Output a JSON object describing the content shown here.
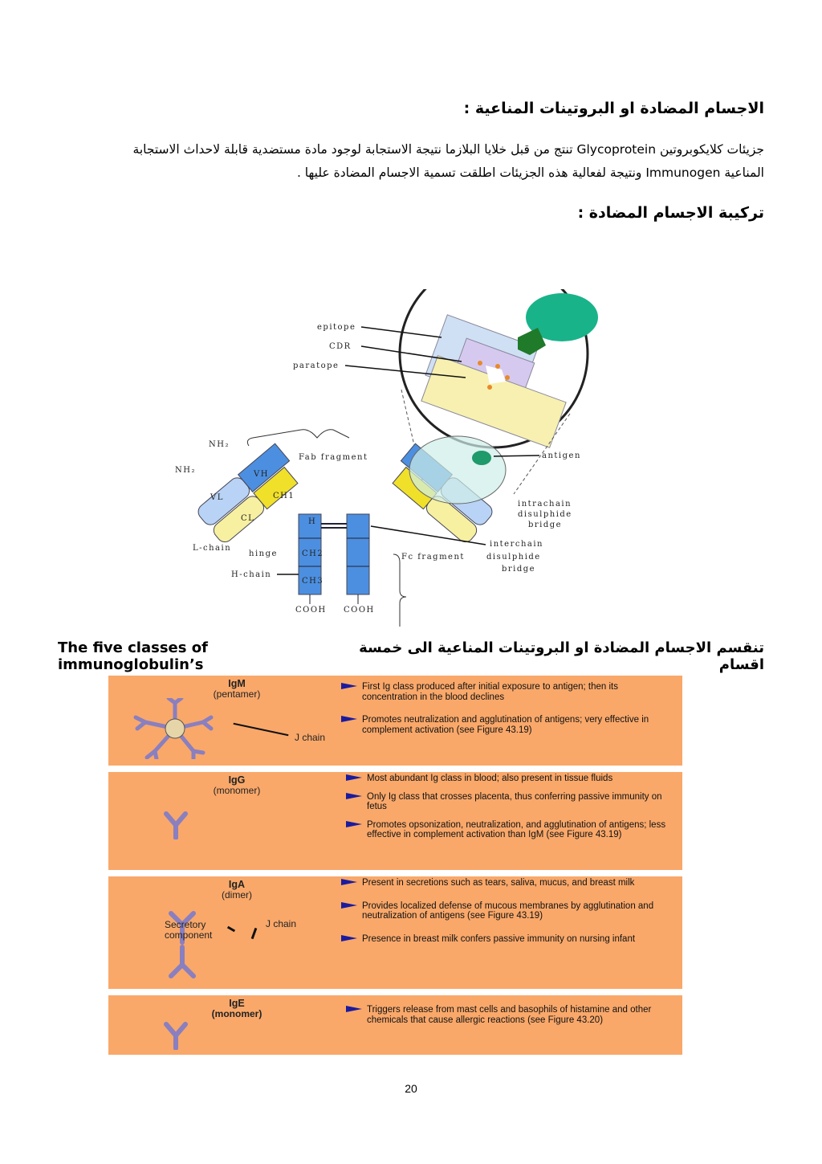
{
  "heading1": "الاجسام المضادة او البروتينات المناعية :",
  "paragraph": {
    "line1": "جزيئات كلايكوبروتين Glycoprotein تنتج من قبل خلايا البلازما نتيجة الاستجابة لوجود مادة مستضدية قابلة لاحداث الاستجابة",
    "line2": "المناعية Immunogen ونتيجة لفعالية هذه الجزيئات اطلقت تسمية الاجسام المضادة عليها ."
  },
  "heading2": "تركيبة الاجسام المضادة :",
  "diagram": {
    "labels": {
      "epitope": "epitope",
      "cdr": "CDR",
      "paratope": "paratope",
      "nh2_top": "NH₂",
      "nh2_left": "NH₂",
      "fab": "Fab fragment",
      "antigen": "antigen",
      "intrachain": [
        "intrachain",
        "disulphide",
        "bridge"
      ],
      "interchain": [
        "interchain",
        "disulphide",
        "bridge"
      ],
      "fc": "Fc fragment",
      "lchain": "L-chain",
      "hinge": "hinge",
      "hchain": "H-chain",
      "cooh1": "COOH",
      "cooh2": "COOH",
      "vh": "VH",
      "vl": "VL",
      "ch1": "CH1",
      "cl": "CL",
      "h": "H",
      "ch2": "CH2",
      "ch3": "CH3"
    }
  },
  "classes_heading": {
    "en": "The five classes of immunoglobulin’s",
    "ar": "تنقسم الاجسام المضادة او البروتينات المناعية الى خمسة اقسام"
  },
  "classes": [
    {
      "name": "IgM",
      "form": "(pentamer)",
      "extra_labels": [
        "J chain"
      ],
      "bullets": [
        "First Ig class produced after initial exposure to antigen; then its concentration in the blood declines",
        "Promotes neutralization and agglutination of antigens; very effective in complement activation (see Figure 43.19)"
      ]
    },
    {
      "name": "IgG",
      "form": "(monomer)",
      "extra_labels": [],
      "bullets": [
        "Most abundant Ig class in blood; also present in tissue fluids",
        "Only Ig class that crosses placenta, thus conferring passive immunity on fetus",
        "Promotes opsonization, neutralization, and agglutination of antigens; less effective in complement activation than IgM (see Figure 43.19)"
      ]
    },
    {
      "name": "IgA",
      "form": "(dimer)",
      "extra_labels": [
        "Secretory component",
        "J chain"
      ],
      "bullets": [
        "Present in secretions such as tears, saliva, mucus, and breast milk",
        "Provides localized defense of mucous membranes by agglutination and neutralization of antigens (see Figure 43.19)",
        "Presence in breast milk confers passive immunity on nursing infant"
      ]
    },
    {
      "name": "IgE",
      "form": "(monomer)",
      "extra_labels": [],
      "bullets": [
        "Triggers release from mast cells and basophils of histamine and other chemicals that cause allergic reactions (see Figure 43.20)"
      ]
    }
  ],
  "colors": {
    "row_bg": "#f9a86a",
    "arrow": "#1b1b9e",
    "antibody_icon": "#8a7fbf"
  },
  "page_number": "20"
}
